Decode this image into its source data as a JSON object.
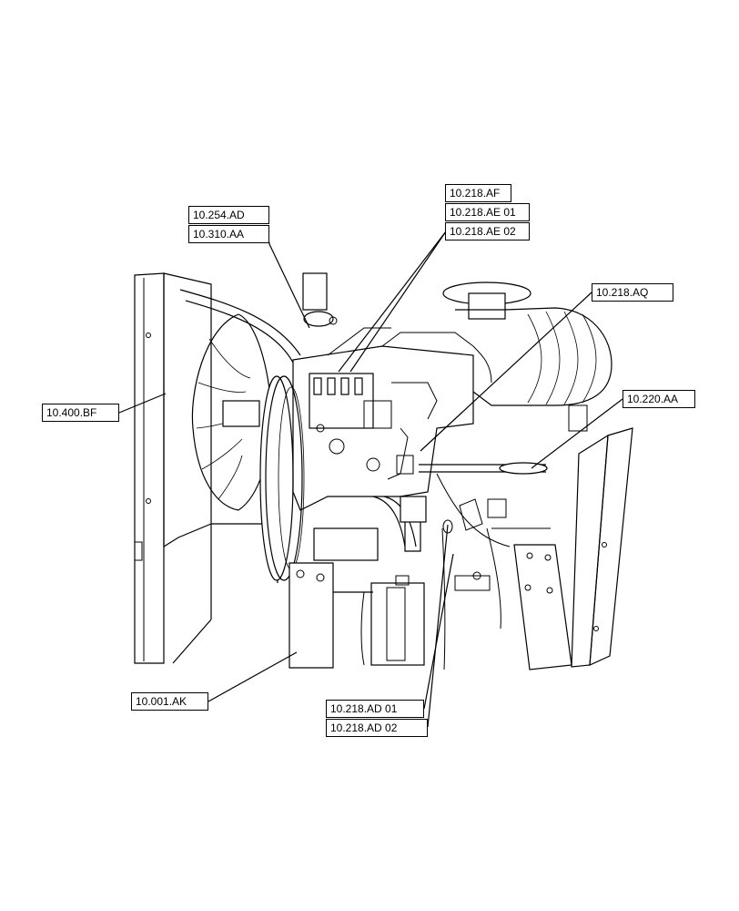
{
  "callouts": {
    "c_10_254_AD": "10.254.AD",
    "c_10_310_AA": "10.310.AA",
    "c_10_218_AF": "10.218.AF",
    "c_10_218_AE_01": "10.218.AE 01",
    "c_10_218_AE_02": "10.218.AE 02",
    "c_10_218_AQ": "10.218.AQ",
    "c_10_220_AA": "10.220.AA",
    "c_10_400_BF": "10.400.BF",
    "c_10_001_AK": "10.001.AK",
    "c_10_218_AD_01": "10.218.AD 01",
    "c_10_218_AD_02": "10.218.AD 02"
  }
}
